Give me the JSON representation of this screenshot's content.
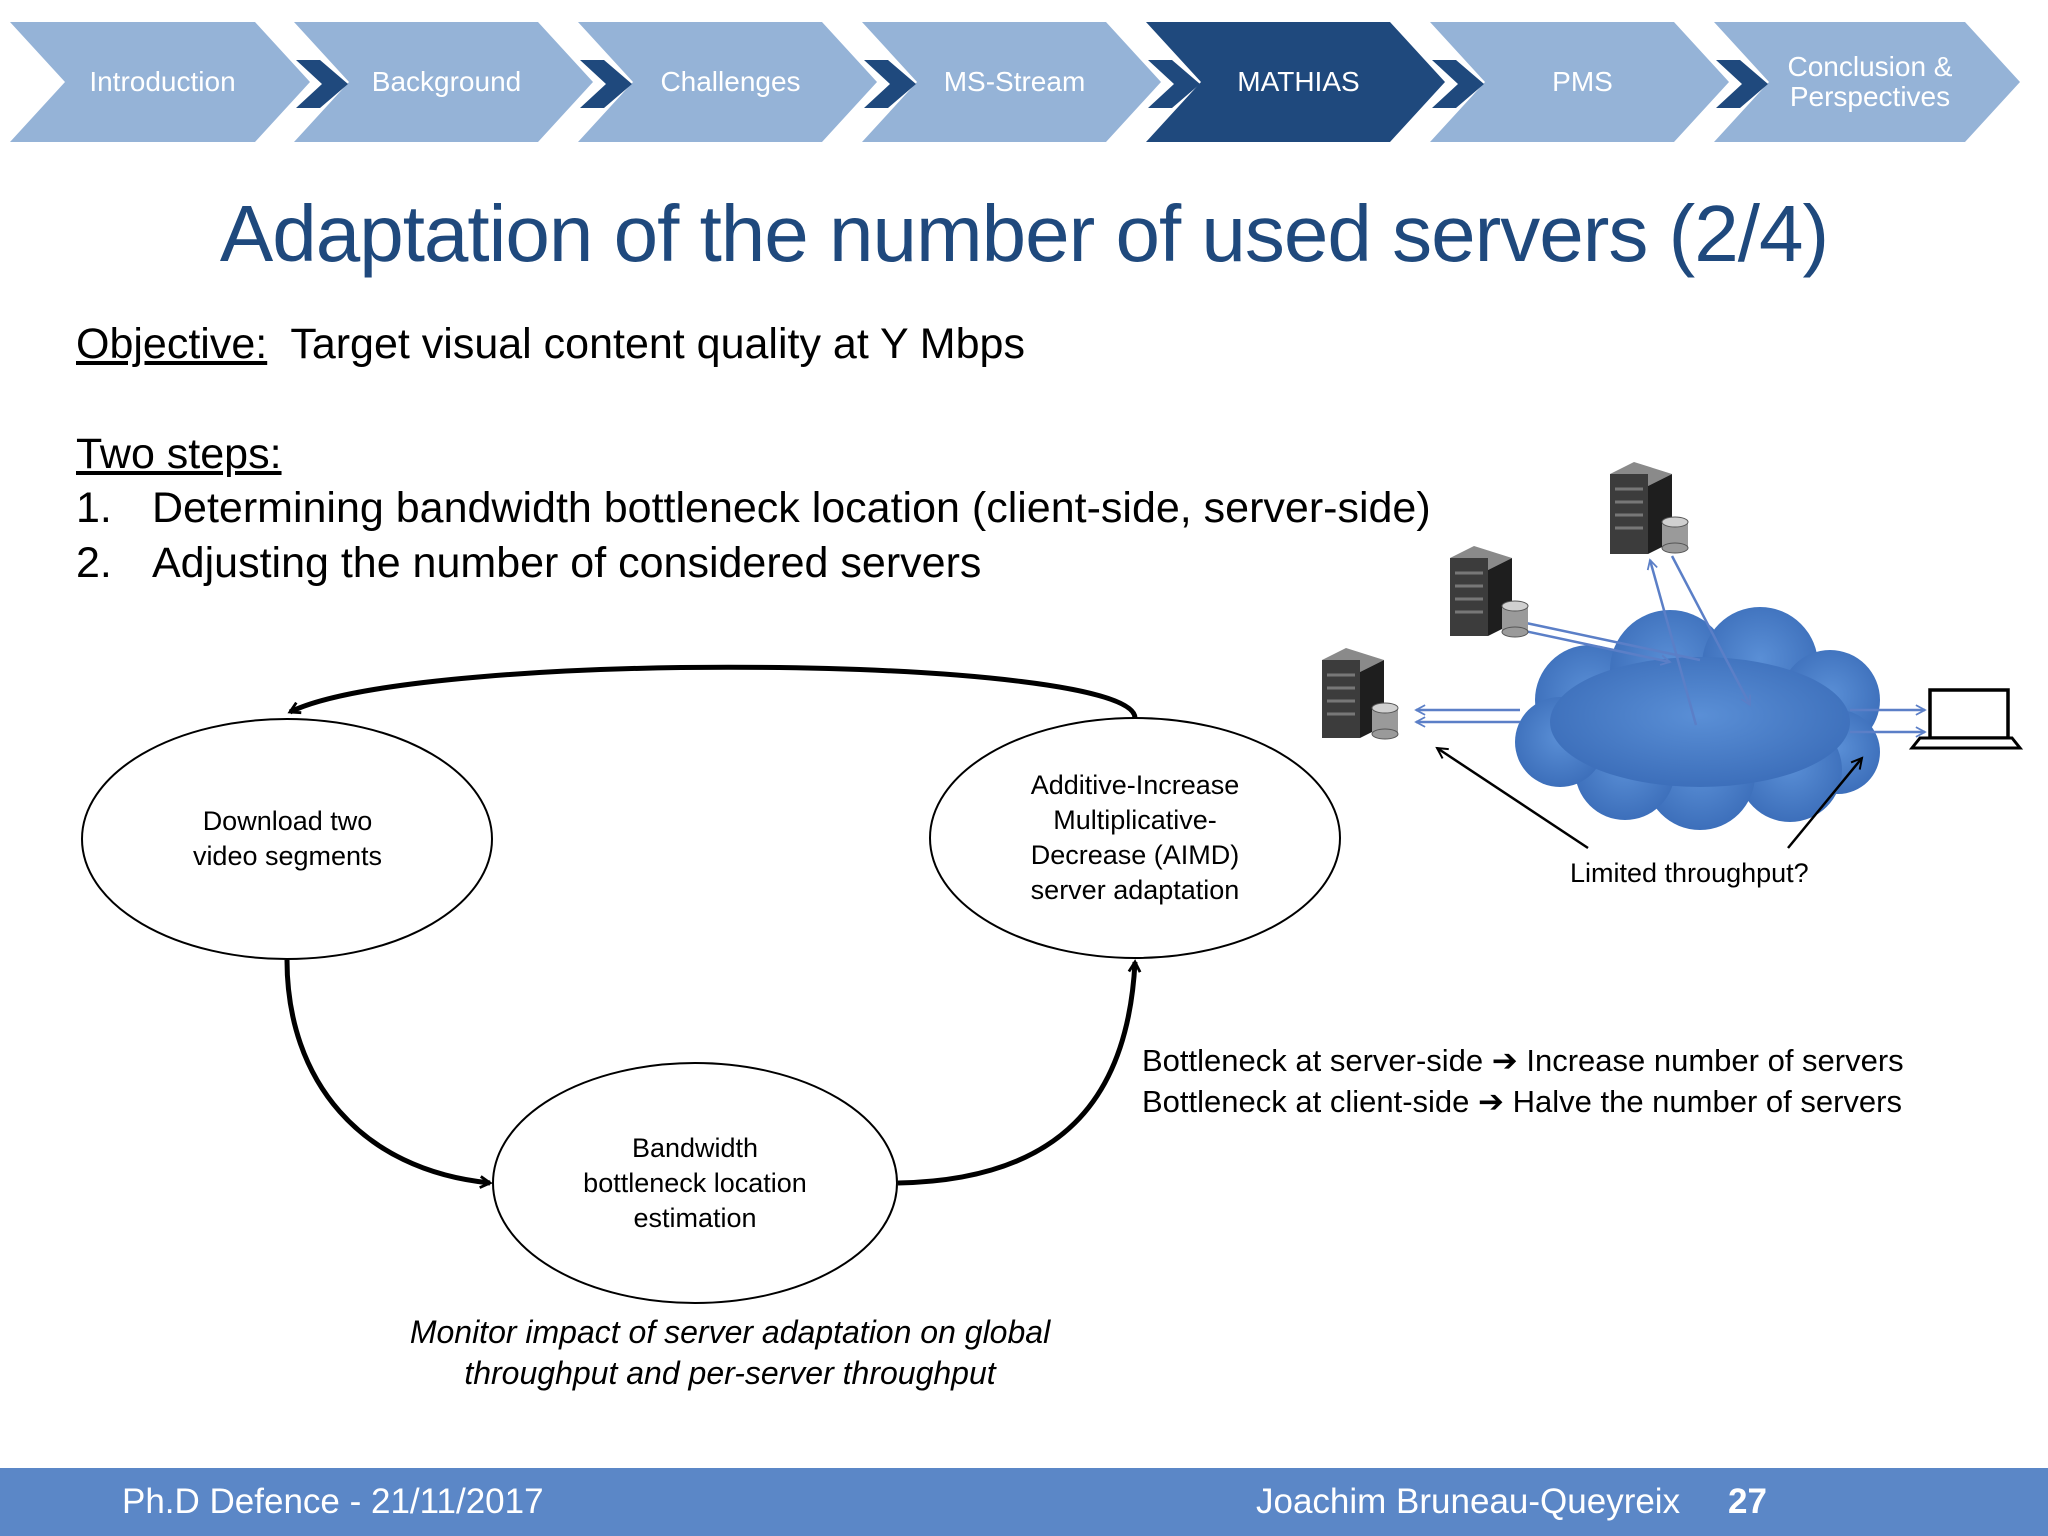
{
  "nav": {
    "items": [
      {
        "label": "Introduction",
        "active": false
      },
      {
        "label": "Background",
        "active": false
      },
      {
        "label": "Challenges",
        "active": false
      },
      {
        "label": "MS-Stream",
        "active": false
      },
      {
        "label": "MATHIAS",
        "active": true
      },
      {
        "label": "PMS",
        "active": false
      },
      {
        "label": "Conclusion &\nPerspectives",
        "active": false
      }
    ],
    "colors": {
      "inactive": "#95b3d7",
      "active": "#1f497d",
      "chevron": "#1f497d"
    }
  },
  "slide": {
    "title": "Adaptation of the number of used servers (2/4)",
    "objective_label": "Objective:",
    "objective_text": "Target visual content quality at Y Mbps",
    "steps_heading": "Two steps:",
    "steps": [
      {
        "num": "1.",
        "text": "Determining bandwidth bottleneck location (client-side, server-side)"
      },
      {
        "num": "2.",
        "text": "Adjusting the number of considered servers"
      }
    ]
  },
  "cycle": {
    "download": "Download two\nvideo segments",
    "estimation": "Bandwidth\nbottleneck location\nestimation",
    "aimd": "Additive-Increase\nMultiplicative-\nDecrease (AIMD)\nserver adaptation",
    "note": "Monitor impact of server adaptation on global\nthroughput and per-server throughput"
  },
  "rules": [
    {
      "text": "Bottleneck at server-side ➔ Increase number of servers"
    },
    {
      "text": "Bottleneck at client-side ➔ Halve the number of servers"
    }
  ],
  "network": {
    "limited_label": "Limited throughput?",
    "icons": [
      "server-icon",
      "server-icon",
      "server-icon",
      "cloud-icon",
      "laptop-icon"
    ],
    "cloud_color": "#4a7fc9"
  },
  "footer": {
    "left": "Ph.D Defence - 21/11/2017",
    "author": "Joachim Bruneau-Queyreix",
    "page": "27",
    "color": "#5b87c7"
  }
}
